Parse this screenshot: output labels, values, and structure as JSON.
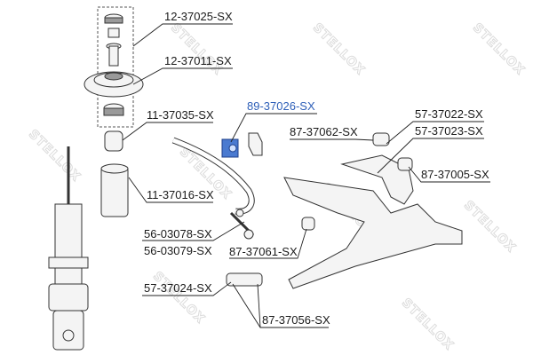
{
  "watermark": "STELLOX",
  "colors": {
    "highlight": "#2e5fb8",
    "text": "#1a1a1a"
  },
  "labels": {
    "p12_37025": "12-37025-SX",
    "p12_37011": "12-37011-SX",
    "p11_37035": "11-37035-SX",
    "p89_37026": "89-37026-SX",
    "p11_37016": "11-37016-SX",
    "p56_03078": "56-03078-SX",
    "p56_03079": "56-03079-SX",
    "p87_37061": "87-37061-SX",
    "p57_37024": "57-37024-SX",
    "p87_37056": "87-37056-SX",
    "p87_37062": "87-37062-SX",
    "p57_37022": "57-37022-SX",
    "p57_37023": "57-37023-SX",
    "p87_37005": "87-37005-SX"
  },
  "highlighted_part": "89-37026-SX"
}
